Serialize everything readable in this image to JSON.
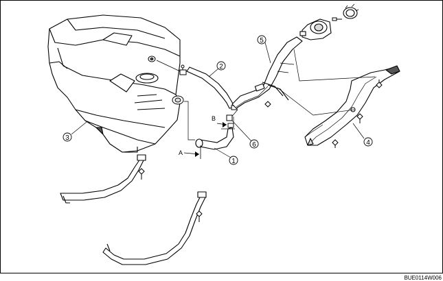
{
  "callouts": {
    "c1": "1",
    "c2": "2",
    "c3": "3",
    "c4": "4",
    "c5": "5",
    "c6": "6"
  },
  "views": {
    "a": "A",
    "b": "B"
  },
  "figure_code": "BUE0114W006",
  "colors": {
    "line": "#000000",
    "fill": "#ffffff",
    "shade": "#d9d9d9",
    "dark": "#555555"
  }
}
